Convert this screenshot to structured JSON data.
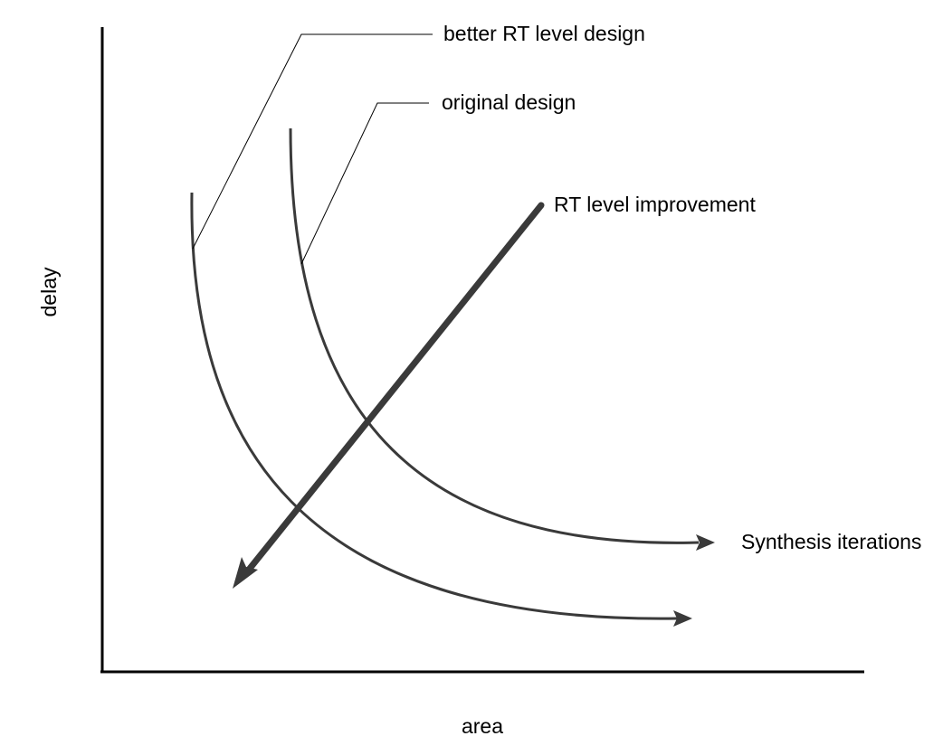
{
  "axes": {
    "x_label": "area",
    "y_label": "delay"
  },
  "curves": {
    "better_label": "better RT level design",
    "original_label": "original design"
  },
  "annotations": {
    "improvement_label": "RT level improvement",
    "iterations_label": "Synthesis iterations"
  },
  "colors": {
    "line": "#3a3a3a",
    "axis": "#000000",
    "text": "#000000"
  }
}
